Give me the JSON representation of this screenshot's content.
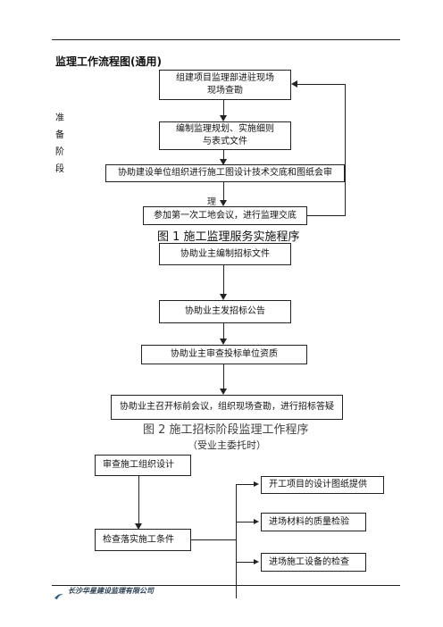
{
  "document": {
    "section_title": "监理工作流程图(通用)",
    "side_label_chars": [
      "准",
      "备",
      "阶",
      "段"
    ],
    "side_label_mid": "理",
    "figure1": {
      "step1": [
        "组建项目监理部进驻现场",
        "现场查勘"
      ],
      "step2": [
        "编制监理规划、实施细则",
        "与表式文件"
      ],
      "step3": "协助建设单位组织进行施工图设计技术交底和图纸会审",
      "step4": "参加第一次工地会议，进行监理交底",
      "caption": "图 1 施工监理服务实施程序"
    },
    "figure2": {
      "step1": "协助业主编制招标文件",
      "step2": "协助业主发招标公告",
      "step3": "协助业主审查投标单位资质",
      "step4": "协助业主召开标前会议，组织现场查勘，进行招标答疑",
      "caption": "图 2 施工招标阶段监理工作程序",
      "subcaption": "（受业主委托时）"
    },
    "figure3": {
      "step1": "审查施工组织设计",
      "step2": "检查落实施工条件",
      "branches": [
        "开工项目的设计图纸提供",
        "进场材料的质量检验",
        "进场施工设备的检查"
      ]
    },
    "footer_company": "长沙华星建设监理有限公司"
  }
}
